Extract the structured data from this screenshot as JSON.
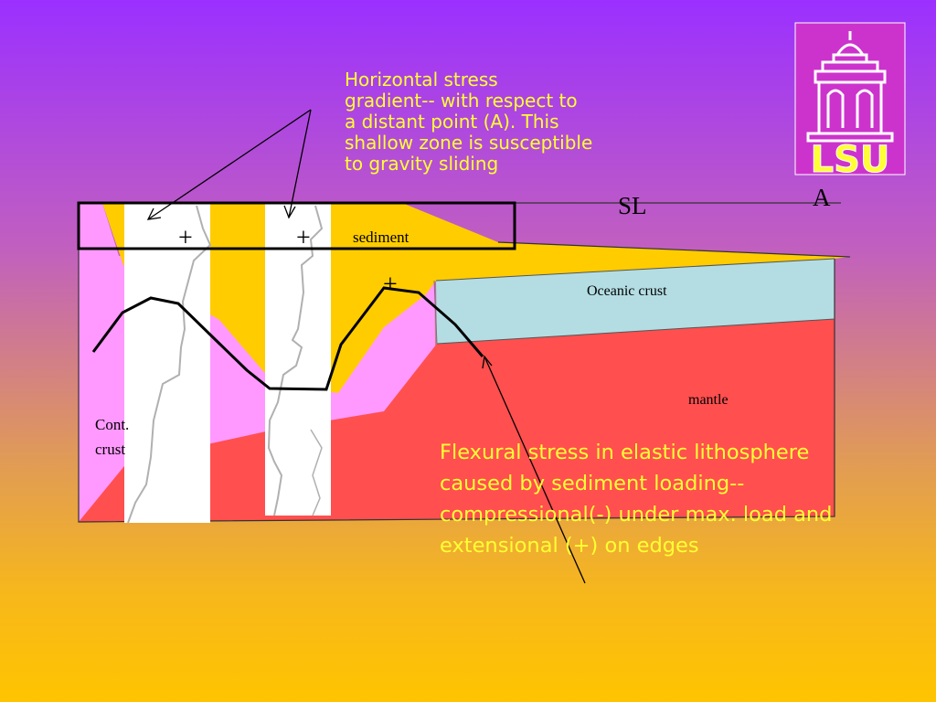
{
  "labels": {
    "sediment": "sediment",
    "oceanic_crust": "Oceanic crust",
    "mantle": "mantle",
    "cont_crust_line1": "Cont.",
    "cont_crust_line2": "crust",
    "sea_level": "SL",
    "point_a": "A",
    "plus": "+"
  },
  "notes": {
    "horizontal_stress": "Horizontal stress\ngradient-- with respect to\na distant point (A). This\nshallow zone is susceptible\nto gravity sliding",
    "flexural_stress": "Flexural stress in elastic lithosphere\ncaused by sediment loading--\ncompressional(-) under max. load and\nextensional (+) on edges"
  },
  "logo": {
    "text": "LSU",
    "icon": "tower-icon"
  },
  "colors": {
    "sediment": "#ffcc00",
    "continental_crust": "#ff99ff",
    "oceanic_crust": "#b3dde3",
    "mantle": "#ff4f4f",
    "note_text": "#ffff33",
    "logo_bg": "#cc33cc",
    "logo_text": "#ffff33"
  }
}
